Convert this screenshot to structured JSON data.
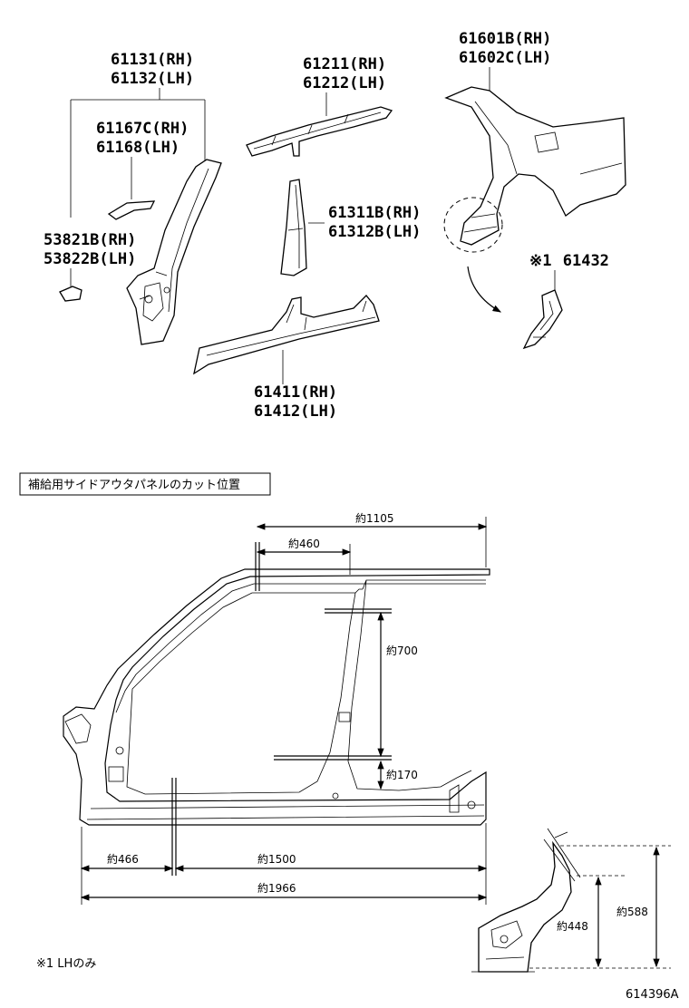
{
  "parts": {
    "p61131": {
      "rh": "61131(RH)",
      "lh": "61132(LH)"
    },
    "p61167": {
      "rh": "61167C(RH)",
      "lh": "61168(LH)"
    },
    "p53821": {
      "rh": "53821B(RH)",
      "lh": "53822B(LH)"
    },
    "p61211": {
      "rh": "61211(RH)",
      "lh": "61212(LH)"
    },
    "p61311": {
      "rh": "61311B(RH)",
      "lh": "61312B(LH)"
    },
    "p61411": {
      "rh": "61411(RH)",
      "lh": "61412(LH)"
    },
    "p61601": {
      "rh": "61601B(RH)",
      "lh": "61602C(LH)"
    },
    "p61432": {
      "mark": "※1",
      "number": "61432"
    }
  },
  "cut_section": {
    "title": "補給用サイドアウタパネルのカット位置",
    "dims": {
      "d1105": "約1105",
      "d460": "約460",
      "d700": "約700",
      "d170": "約170",
      "d466": "約466",
      "d1500": "約1500",
      "d1966": "約1966",
      "d448": "約448",
      "d588": "約588"
    }
  },
  "footnote": "※1  LHのみ",
  "diagram_code": "614396A"
}
